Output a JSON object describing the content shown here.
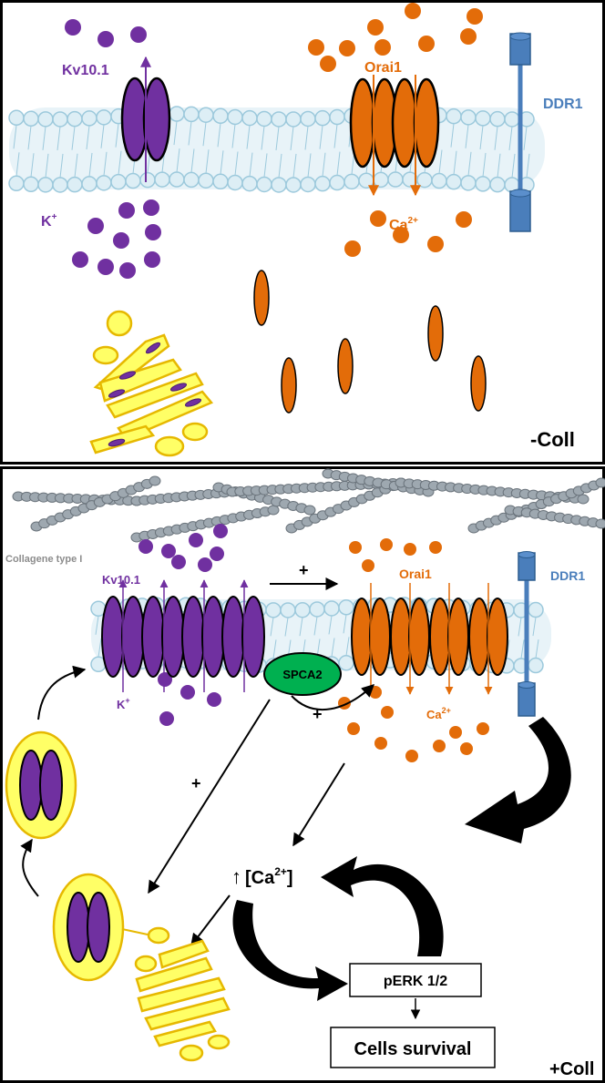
{
  "top_panel": {
    "labels": {
      "kv": "Kv10.1",
      "orai": "Orai1",
      "ddr": "DDR1",
      "k": "K",
      "k_sup": "+",
      "ca": "Ca",
      "ca_sup": "2+",
      "condition": "-Coll"
    }
  },
  "bottom_panel": {
    "labels": {
      "collagen": "Collagene type I",
      "kv": "Kv10.1",
      "orai": "Orai1",
      "ddr": "DDR1",
      "k": "K",
      "k_sup": "+",
      "ca": "Ca",
      "ca_sup": "2+",
      "spca": "SPCA2",
      "plus": "+",
      "calcium_prefix": "↑",
      "calcium_open": "[Ca",
      "calcium_sup": "2+",
      "calcium_close": "]",
      "perk": "pERK 1/2",
      "survival": "Cells survival",
      "condition": "+Coll"
    }
  },
  "colors": {
    "kv_channel": "#7030a0",
    "orai_channel": "#e36c09",
    "ddr": "#4a7ebb",
    "golgi": "#ffff66",
    "golgi_border": "#e6b800",
    "membrane": "#ddeef5",
    "membrane_border": "#9cc9dc",
    "spca": "#00b050",
    "collagen": "#9ea8b0"
  }
}
